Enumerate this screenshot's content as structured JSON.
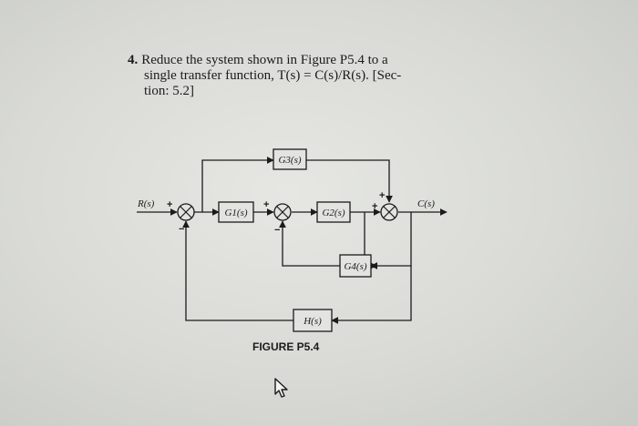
{
  "problem": {
    "number": "4.",
    "line1": "Reduce the system shown in Figure P5.4 to a",
    "line2": "single transfer function, T(s) = C(s)/R(s). [Sec-",
    "line3": "tion: 5.2]"
  },
  "diagram": {
    "input_label": "R(s)",
    "output_label": "C(s)",
    "blocks": {
      "g1": "G1(s)",
      "g2": "G2(s)",
      "g3": "G3(s)",
      "g4": "G4(s)",
      "h": "H(s)"
    },
    "signs": {
      "s1_in": "+",
      "s1_fb": "−",
      "s2_in": "+",
      "s2_fb": "−",
      "s3_top": "+",
      "s3_in": "+"
    }
  },
  "figure_caption": "FIGURE P5.4",
  "icons": {
    "cursor": "mouse-pointer-icon"
  }
}
